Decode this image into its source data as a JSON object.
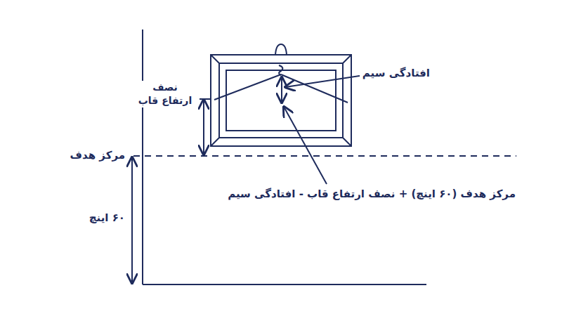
{
  "diagram": {
    "labels": [
      "افتادگی سیم",
      "نصف ارتفاع قاب",
      "مرکز هدف",
      "مرکز هدف (۶۰ اینچ) + نصف ارتفاع قاب - افتادگی سیم",
      "۶۰ اینچ"
    ]
  }
}
